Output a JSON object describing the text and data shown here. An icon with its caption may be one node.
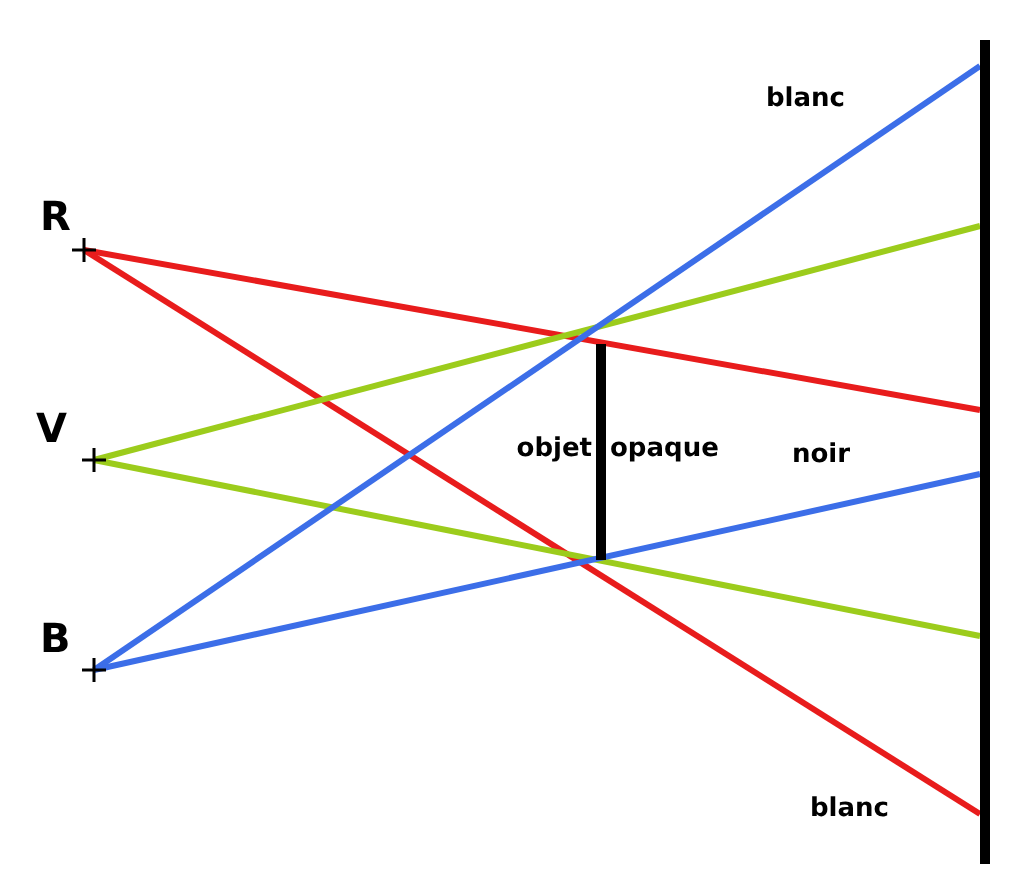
{
  "diagram": {
    "nodes": [
      {
        "text": [
          "R"
        ]
      },
      {
        "text": [
          "V"
        ]
      },
      {
        "text": [
          "B"
        ]
      },
      {
        "text": [],
        "shape": "bar",
        "beside": [
          "objet",
          "opaque"
        ]
      },
      {
        "text": [],
        "shape": "bar"
      }
    ],
    "edges": [
      {
        "from": 0,
        "to": 4,
        "arrow": "none",
        "color": "#e81c1c"
      },
      {
        "from": 0,
        "to": 4,
        "arrow": "none",
        "color": "#e81c1c"
      },
      {
        "from": 1,
        "to": 4,
        "arrow": "none",
        "color": "#9ccc1c"
      },
      {
        "from": 1,
        "to": 4,
        "arrow": "none",
        "color": "#9ccc1c"
      },
      {
        "from": 2,
        "to": 4,
        "arrow": "none",
        "color": "#3c6ee8"
      },
      {
        "from": 2,
        "to": 4,
        "arrow": "none",
        "color": "#3c6ee8"
      }
    ],
    "labels": [
      "blanc",
      "noir",
      "blanc"
    ]
  }
}
